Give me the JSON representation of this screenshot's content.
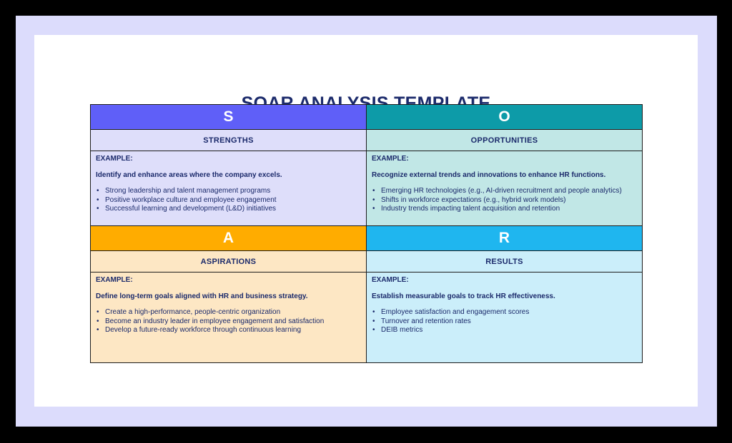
{
  "title": "SOAR ANALYSIS TEMPLATE",
  "colors": {
    "s_header": "#5f5ff8",
    "s_fill": "#dedefa",
    "o_header": "#0d9ba8",
    "o_fill": "#c1e7e6",
    "a_header": "#ffac00",
    "a_fill": "#fde7c4",
    "r_header": "#1fb6ef",
    "r_fill": "#cbeefa",
    "text": "#1b2a6b"
  },
  "quadrants": {
    "s": {
      "letter": "S",
      "label": "STRENGTHS",
      "example": "EXAMPLE:",
      "description": "Identify and enhance areas where the company excels.",
      "bullets": [
        "Strong leadership and talent management programs",
        "Positive workplace culture and employee engagement",
        "Successful learning and development (L&D) initiatives"
      ]
    },
    "o": {
      "letter": "O",
      "label": "OPPORTUNITIES",
      "example": "EXAMPLE:",
      "description": "Recognize external trends and innovations to enhance HR functions.",
      "bullets": [
        "Emerging HR technologies (e.g., AI-driven recruitment and people analytics)",
        "Shifts in workforce expectations (e.g., hybrid work models)",
        "Industry trends impacting talent acquisition and retention"
      ]
    },
    "a": {
      "letter": "A",
      "label": "ASPIRATIONS",
      "example": "EXAMPLE:",
      "description": "Define long-term goals aligned with HR and business strategy.",
      "bullets": [
        "Create a high-performance, people-centric organization",
        "Become an industry leader in employee engagement and satisfaction",
        "Develop a future-ready workforce through continuous learning"
      ]
    },
    "r": {
      "letter": "R",
      "label": "RESULTS",
      "example": "EXAMPLE:",
      "description": "Establish measurable goals to track HR effectiveness.",
      "bullets": [
        "Employee satisfaction and engagement scores",
        "Turnover and retention rates",
        "DEIB metrics"
      ]
    }
  }
}
